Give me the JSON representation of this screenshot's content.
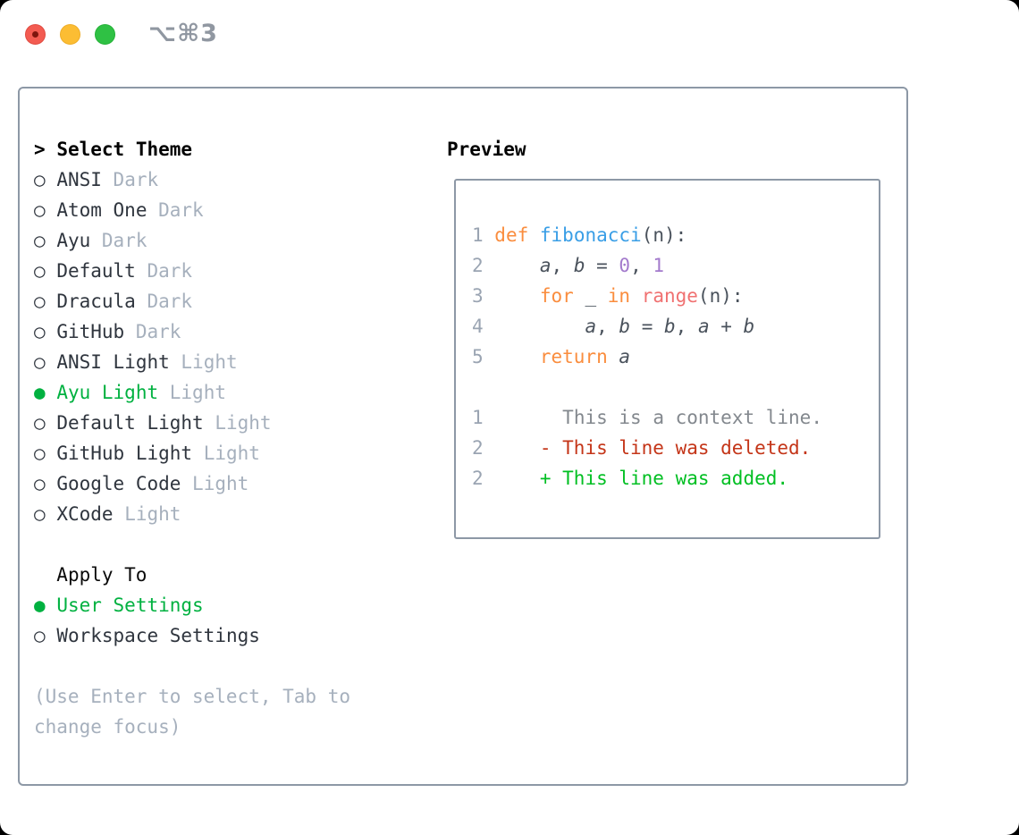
{
  "window": {
    "title": "⌥⌘3"
  },
  "colors": {
    "green": "#00b140",
    "kw": "#fa8d3e",
    "fn": "#399ee6",
    "num": "#a37acc",
    "call": "#f07171",
    "plain": "#4a525c",
    "ln": "#9aa4b2",
    "ctx": "#83888e",
    "del": "#c43518",
    "add": "#00bf22",
    "muted": "#a6b0bd",
    "name": "#2f353e",
    "border": "#8d98a6"
  },
  "theme_picker": {
    "header": "Select Theme",
    "markers": {
      "header": ">",
      "selected": "●",
      "unselected": "○"
    },
    "themes": [
      {
        "name": "ANSI",
        "variant": "Dark",
        "selected": false
      },
      {
        "name": "Atom One",
        "variant": "Dark",
        "selected": false
      },
      {
        "name": "Ayu",
        "variant": "Dark",
        "selected": false
      },
      {
        "name": "Default",
        "variant": "Dark",
        "selected": false
      },
      {
        "name": "Dracula",
        "variant": "Dark",
        "selected": false
      },
      {
        "name": "GitHub",
        "variant": "Dark",
        "selected": false
      },
      {
        "name": "ANSI Light",
        "variant": "Light",
        "selected": false
      },
      {
        "name": "Ayu Light",
        "variant": "Light",
        "selected": true
      },
      {
        "name": "Default Light",
        "variant": "Light",
        "selected": false
      },
      {
        "name": "GitHub Light",
        "variant": "Light",
        "selected": false
      },
      {
        "name": "Google Code",
        "variant": "Light",
        "selected": false
      },
      {
        "name": "XCode",
        "variant": "Light",
        "selected": false
      }
    ],
    "apply_to": {
      "indent": "  ",
      "header": "Apply To",
      "options": [
        {
          "name": "User Settings",
          "selected": true
        },
        {
          "name": "Workspace Settings",
          "selected": false
        }
      ]
    },
    "help_lines": [
      "(Use Enter to select, Tab to",
      "change focus)"
    ]
  },
  "preview": {
    "title": "Preview",
    "lines": [
      {
        "segments": [
          {
            "t": "1 ",
            "c": "ln"
          },
          {
            "t": "def",
            "c": "kw"
          },
          {
            "t": " ",
            "c": "pl"
          },
          {
            "t": "fibonacci",
            "c": "fn"
          },
          {
            "t": "(n):",
            "c": "pl"
          }
        ]
      },
      {
        "segments": [
          {
            "t": "2 ",
            "c": "ln"
          },
          {
            "t": "    ",
            "c": "pl"
          },
          {
            "t": "a",
            "c": "var"
          },
          {
            "t": ", ",
            "c": "pl"
          },
          {
            "t": "b",
            "c": "var"
          },
          {
            "t": " = ",
            "c": "pl"
          },
          {
            "t": "0",
            "c": "num"
          },
          {
            "t": ", ",
            "c": "pl"
          },
          {
            "t": "1",
            "c": "num"
          }
        ]
      },
      {
        "segments": [
          {
            "t": "3 ",
            "c": "ln"
          },
          {
            "t": "    ",
            "c": "pl"
          },
          {
            "t": "for",
            "c": "kw"
          },
          {
            "t": " _ ",
            "c": "pl"
          },
          {
            "t": "in",
            "c": "kw"
          },
          {
            "t": " ",
            "c": "pl"
          },
          {
            "t": "range",
            "c": "call"
          },
          {
            "t": "(n):",
            "c": "pl"
          }
        ]
      },
      {
        "segments": [
          {
            "t": "4 ",
            "c": "ln"
          },
          {
            "t": "        ",
            "c": "pl"
          },
          {
            "t": "a",
            "c": "var"
          },
          {
            "t": ", ",
            "c": "pl"
          },
          {
            "t": "b",
            "c": "var"
          },
          {
            "t": " = ",
            "c": "pl"
          },
          {
            "t": "b",
            "c": "var"
          },
          {
            "t": ", ",
            "c": "pl"
          },
          {
            "t": "a",
            "c": "var"
          },
          {
            "t": " + ",
            "c": "pl"
          },
          {
            "t": "b",
            "c": "var"
          }
        ]
      },
      {
        "segments": [
          {
            "t": "5 ",
            "c": "ln"
          },
          {
            "t": "    ",
            "c": "pl"
          },
          {
            "t": "return",
            "c": "kw"
          },
          {
            "t": " ",
            "c": "pl"
          },
          {
            "t": "a",
            "c": "var"
          }
        ]
      },
      {
        "segments": []
      },
      {
        "segments": [
          {
            "t": "1",
            "c": "ln"
          },
          {
            "t": "       ",
            "c": "pl"
          },
          {
            "t": "This is a context line.",
            "c": "ctx"
          }
        ]
      },
      {
        "segments": [
          {
            "t": "2",
            "c": "ln"
          },
          {
            "t": "     ",
            "c": "pl"
          },
          {
            "t": "- This line was deleted.",
            "c": "del"
          }
        ]
      },
      {
        "segments": [
          {
            "t": "2",
            "c": "ln"
          },
          {
            "t": "     ",
            "c": "pl"
          },
          {
            "t": "+ This line was added.",
            "c": "add"
          }
        ]
      }
    ]
  }
}
